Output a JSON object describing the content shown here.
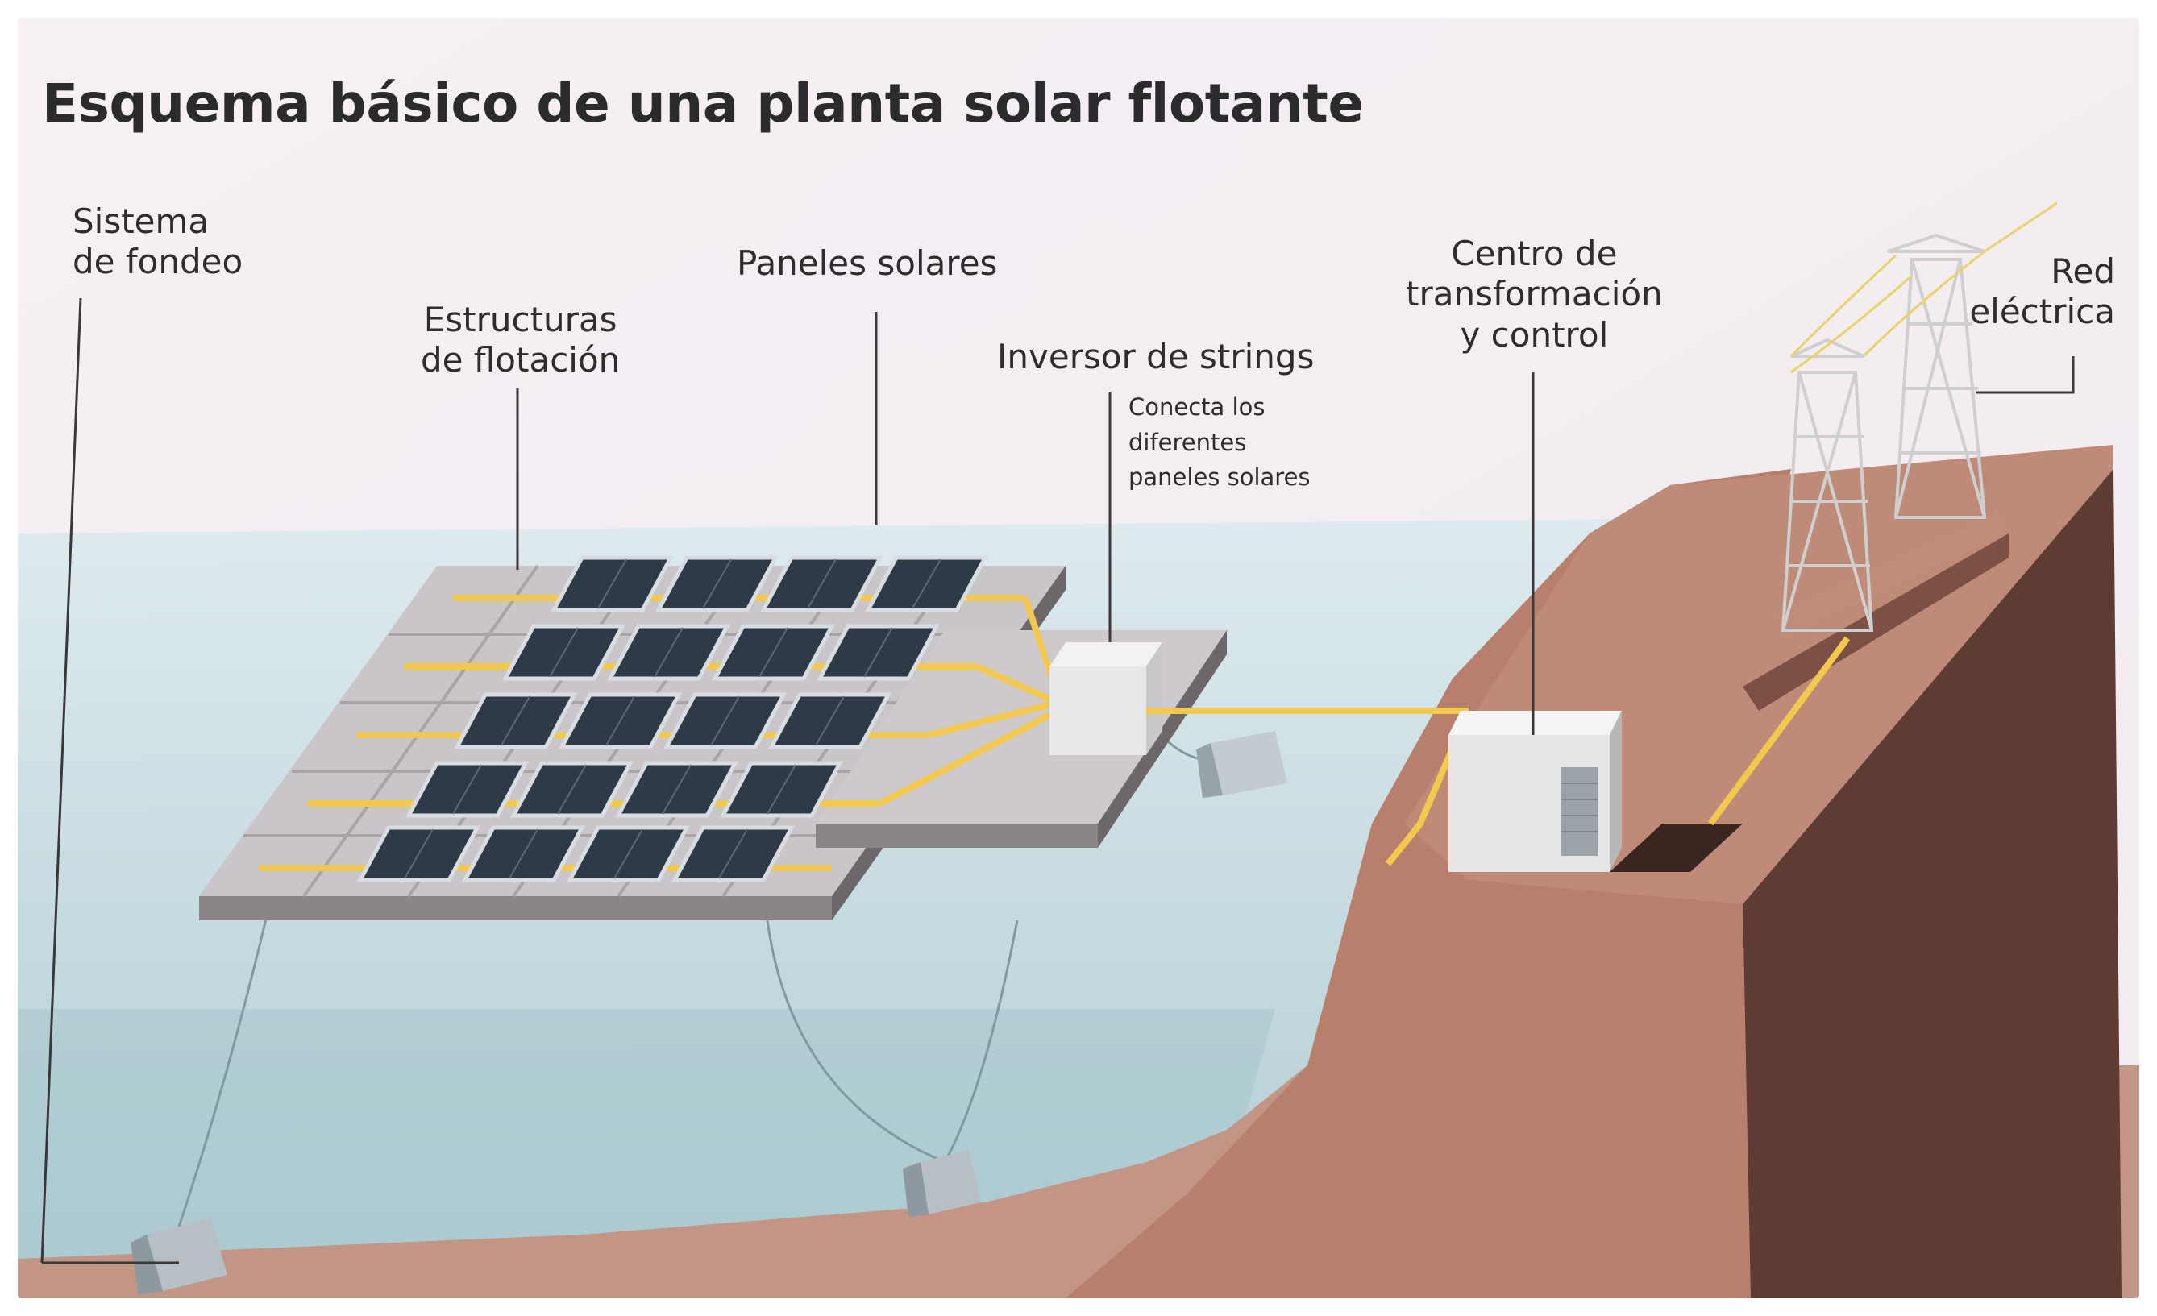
{
  "title": "Esquema básico de una planta solar flotante",
  "labels": {
    "mooring": [
      "Sistema",
      "de fondeo"
    ],
    "floats": [
      "Estructuras",
      "de flotación"
    ],
    "panels": "Paneles solares",
    "inverter": "Inversor de strings",
    "inverter_note": [
      "Conecta los",
      "diferentes",
      "paneles solares"
    ],
    "transformer": [
      "Centro de",
      "transformación",
      "y control"
    ],
    "grid": [
      "Red",
      "eléctrica"
    ]
  },
  "colors": {
    "paper": "#f4eef3",
    "water": "#c4dde2",
    "deep_water": "#9fc3ca",
    "land": "#b9806e",
    "cliff": "#5b3a32",
    "cable": "#f2c94c",
    "panel": "#2f3a48",
    "float": "#c9c6c8"
  }
}
